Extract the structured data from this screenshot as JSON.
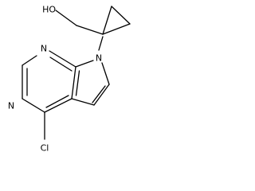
{
  "molecule": {
    "atoms": {
      "hydroxyl": "HO",
      "n1": "N",
      "n3": "N",
      "n7": "N",
      "chlorine": "Cl"
    }
  }
}
